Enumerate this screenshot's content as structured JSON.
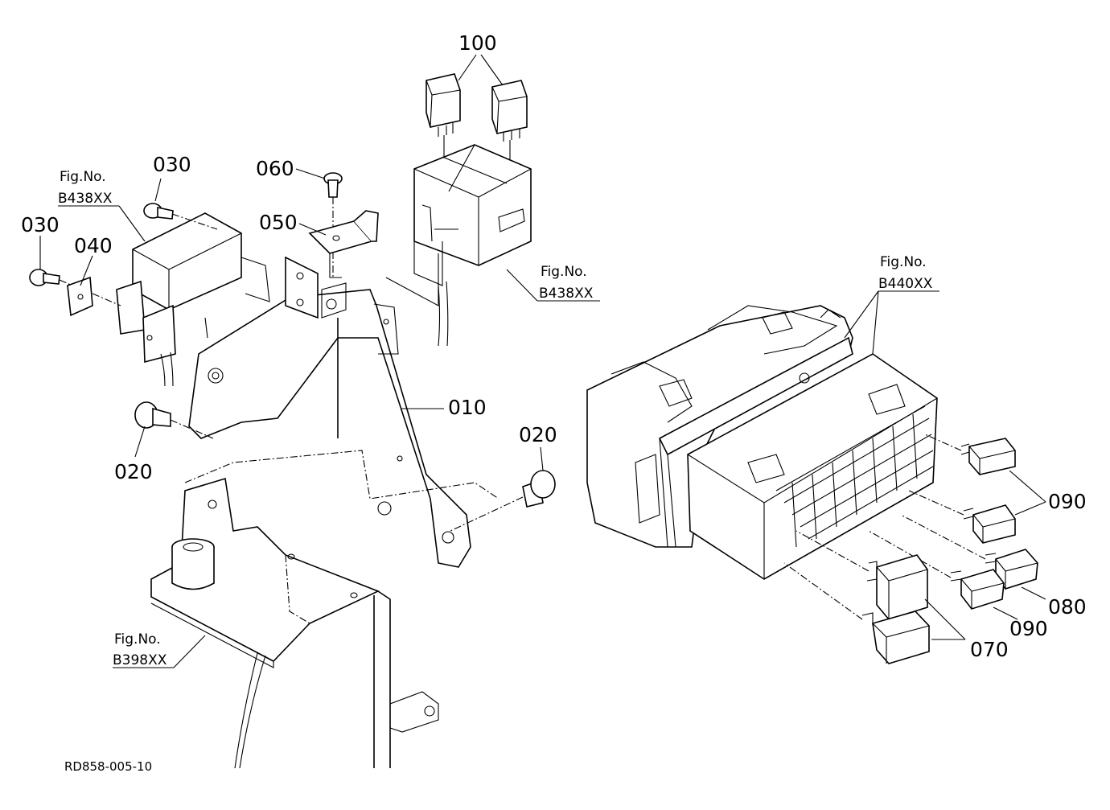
{
  "labels": {
    "p100": "100",
    "p060": "060",
    "p050": "050",
    "p030a": "030",
    "p030b": "030",
    "p040": "040",
    "p010": "010",
    "p020a": "020",
    "p020b": "020",
    "p090a": "090",
    "p090b": "090",
    "p080": "080",
    "p070": "070"
  },
  "refs": {
    "fig_prefix": "Fig.No.",
    "b438_left": "B438XX",
    "b438_right": "B438XX",
    "b440": "B440XX",
    "b398": "B398XX"
  },
  "drawing_code": "RD858-005-10"
}
